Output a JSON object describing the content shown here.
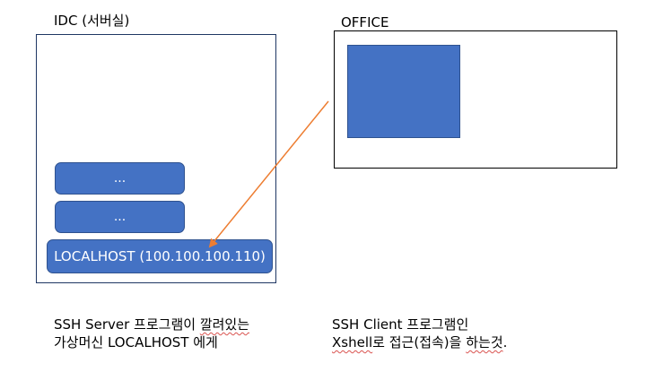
{
  "idc": {
    "title": "IDC (서버실)",
    "servers": [
      "...",
      "..."
    ],
    "localhost": "LOCALHOST (100.100.100.110)"
  },
  "office": {
    "title": "OFFICE"
  },
  "notes": {
    "server_line1_a": "SSH Server 프로그램이 ",
    "server_line1_b": "깔려있는",
    "server_line2": "가상머신 LOCALHOST 에게",
    "client_line1": "SSH Client 프로그램인",
    "client_line2_a": "Xshell",
    "client_line2_b": "로 접근(접속)을 ",
    "client_line2_c": "하는것",
    "client_line2_d": "."
  },
  "colors": {
    "box_fill": "#4472c4",
    "arrow": "#ed7d31"
  }
}
